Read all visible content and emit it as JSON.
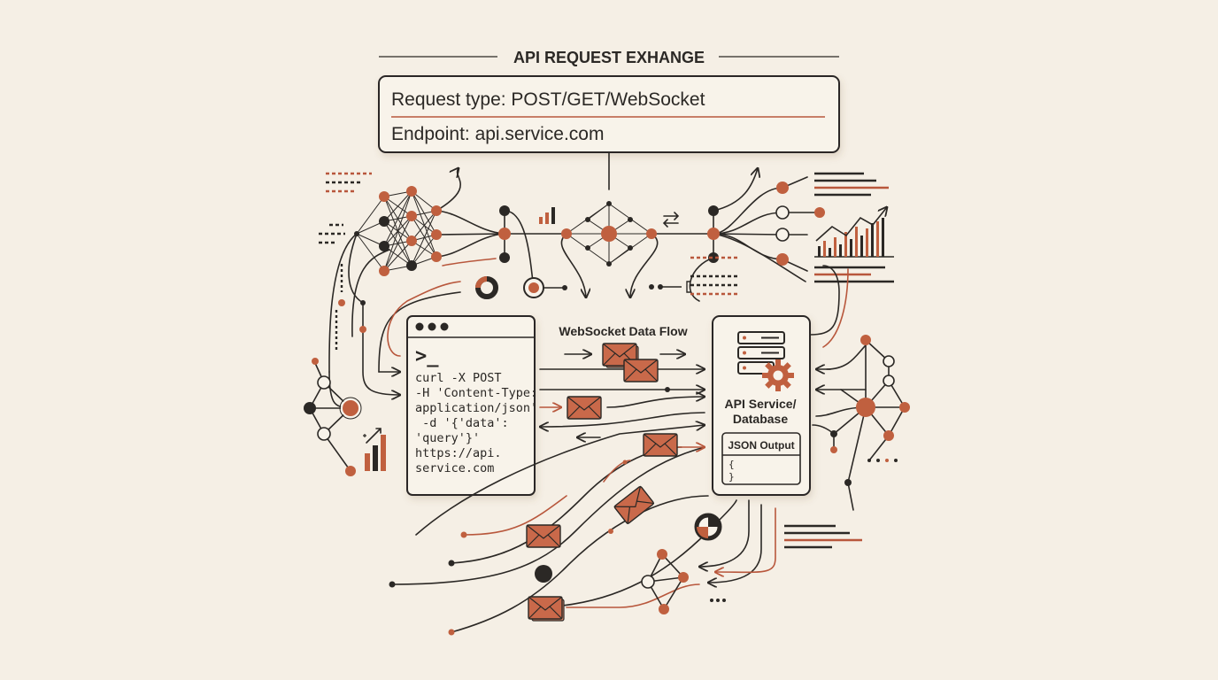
{
  "title": "API REQUEST EXHANGE",
  "request_box": {
    "type_line": "Request type: POST/GET/WebSocket",
    "endpoint_line": "Endpoint: api.service.com"
  },
  "terminal": {
    "prompt": ">_",
    "command_lines": [
      "curl -X POST",
      "-H 'Content-Type:",
      "application/json'",
      " -d '{'data':",
      "'query'}'",
      "https://api.",
      "service.com"
    ]
  },
  "flow_label": "WebSocket Data Flow",
  "service": {
    "label_line1": "API Service/",
    "label_line2": "Database",
    "output_title": "JSON Output",
    "output_body": "{\n}"
  },
  "colors": {
    "accent": "#c0603f",
    "ink": "#2b2825",
    "background": "#f5efe5",
    "panel": "#f8f3ea"
  },
  "icons": [
    "terminal-dots-icon",
    "server-stack-icon",
    "gear-icon",
    "envelope-icon",
    "bar-chart-icon",
    "donut-chart-icon",
    "swap-arrows-icon"
  ]
}
